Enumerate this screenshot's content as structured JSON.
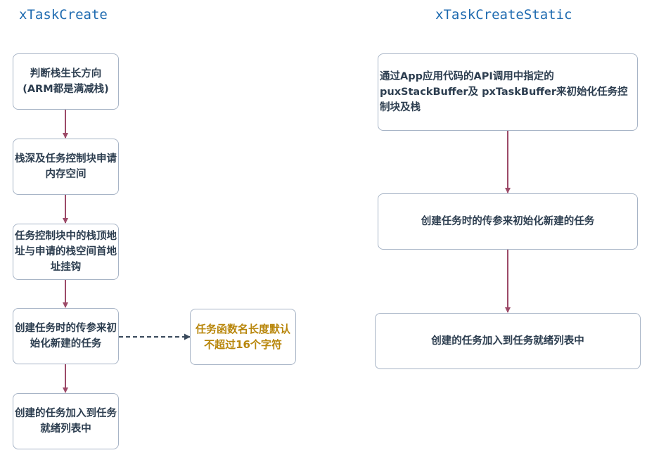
{
  "titles": {
    "left": "xTaskCreate",
    "right": "xTaskCreateStatic"
  },
  "left_flow": [
    "判断栈生长方向\n(ARM都是满减栈)",
    "栈深及任务控制块申请内存空间",
    "任务控制块中的栈顶地址与申请的栈空间首地址挂钩",
    "创建任务时的传参来初始化新建的任务",
    "创建的任务加入到任务就绪列表中"
  ],
  "note": "任务函数名长度默认不超过16个字符",
  "right_flow": [
    "通过App应用代码的API调用中指定的puxStackBuffer及 pxTaskBuffer来初始化任务控制块及栈",
    "创建任务时的传参来初始化新建的任务",
    "创建的任务加入到任务就绪列表中"
  ],
  "colors": {
    "arrow": "#9c4a68",
    "dashed_arrow": "#3a4a5c",
    "note_text": "#b8860b",
    "title": "#1f6bb0"
  }
}
